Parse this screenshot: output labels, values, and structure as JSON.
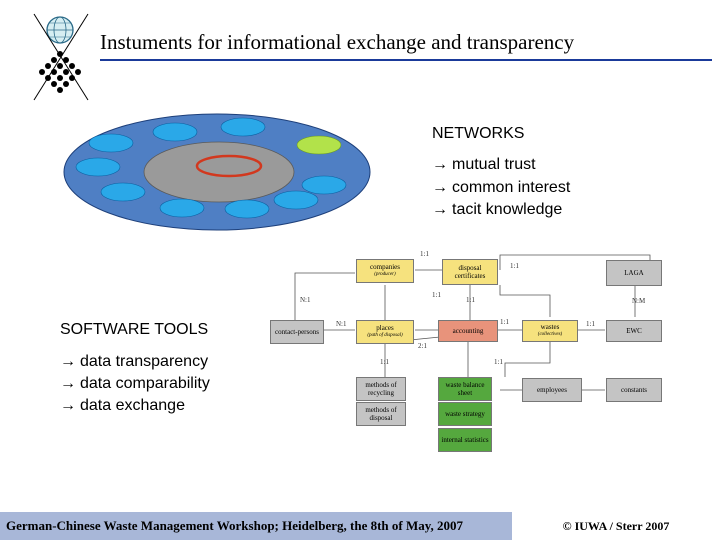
{
  "title": "Instuments for informational exchange and transparency",
  "networks": {
    "heading": "NETWORKS",
    "items": [
      "mutual trust",
      "common interest",
      "tacit knowledge"
    ]
  },
  "software": {
    "heading": "SOFTWARE TOOLS",
    "items": [
      "data transparency",
      "data comparability",
      "data exchange"
    ]
  },
  "arrow_glyph": "→",
  "diagram": {
    "companies": "companies",
    "companies_sub": "(producer)",
    "disposal_certificates": "disposal certificates",
    "laga": "LAGA",
    "contact_persons": "contact-persons",
    "places": "places",
    "places_sub": "(path of disposal)",
    "accounting": "accounting",
    "wastes": "wastes",
    "wastes_sub": "(collectives)",
    "ewc": "EWC",
    "methods_recycling": "methods of recycling",
    "methods_disposal": "methods of disposal",
    "waste_balance_sheet": "waste balance sheet",
    "waste_strategy": "waste strategy",
    "internal_statistics": "internal statistics",
    "employees": "employees",
    "constants": "constants",
    "labels": {
      "l1": "1:1",
      "l2": "1:1",
      "l3": "1:1",
      "l4": "1:1",
      "l5": "N:1",
      "l6": "N:M",
      "l7": "N:1",
      "l8": "1:1",
      "l9": "1:1",
      "l10": "2:1",
      "l11": "1:1",
      "l12": "1:1"
    }
  },
  "colors": {
    "ellipse_outer": "#4f7fc4",
    "ellipse_inner": "#9a9a9a",
    "oval_blue": "#2aa8e8",
    "oval_green": "#b2e24a",
    "ring_red": "#d2381e",
    "yellow_box": "#f6e27e",
    "green_box": "#55a83e",
    "salmon_box": "#e8937b",
    "gray_box": "#c4c4c4",
    "footer_bar": "#a8b7d8"
  },
  "footer": {
    "left": "German-Chinese Waste Management Workshop; Heidelberg, the 8th of May, 2007",
    "right": "© IUWA / Sterr 2007"
  }
}
